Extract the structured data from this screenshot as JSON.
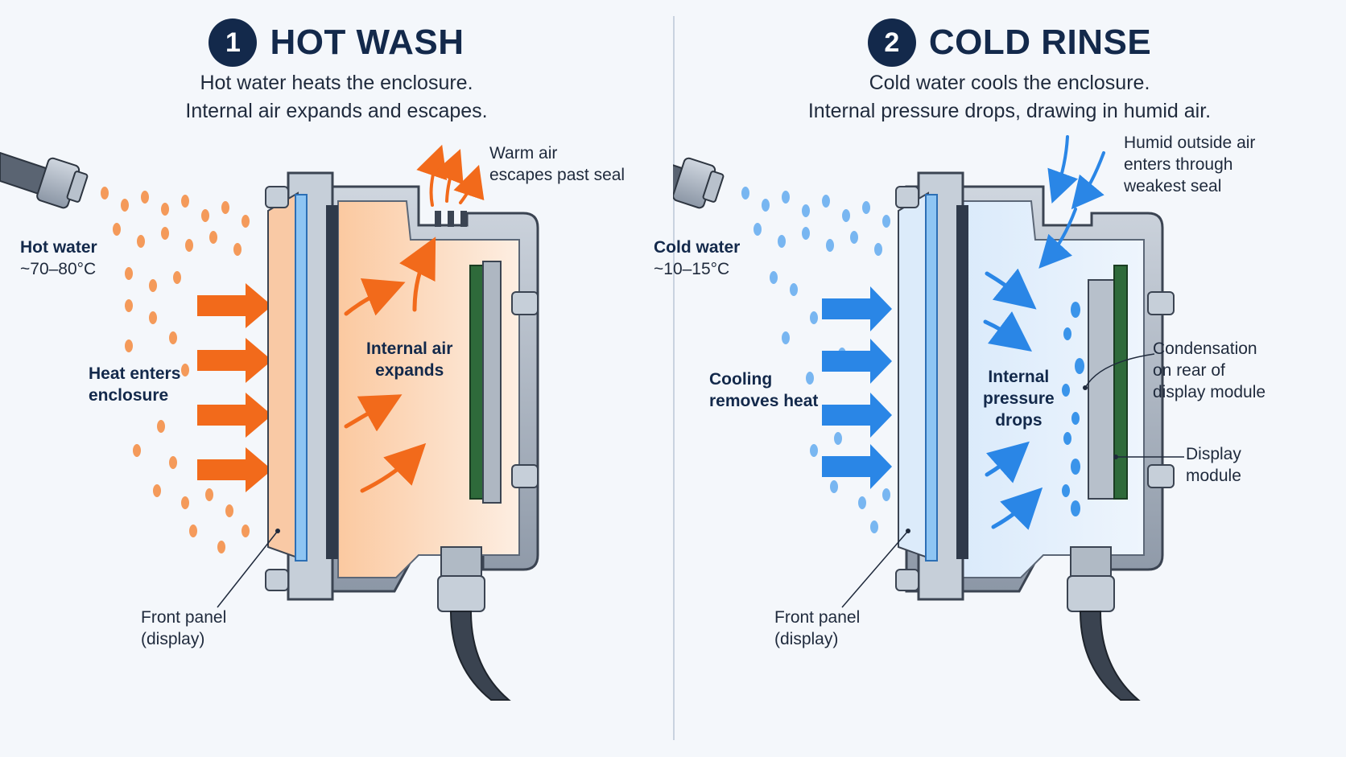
{
  "hot_wash": {
    "step": "1",
    "title": "HOT WASH",
    "subtitle": [
      "Hot water heats the enclosure.",
      "Internal air expands and escapes."
    ],
    "water_label": [
      "Hot water",
      "~70–80°C"
    ],
    "heat_label": [
      "Heat enters",
      "enclosure"
    ],
    "internal_label": [
      "Internal air",
      "expands"
    ],
    "escape_label": [
      "Warm air",
      "escapes past seal"
    ],
    "front_panel_label": [
      "Front panel",
      "(display)"
    ]
  },
  "cold_rinse": {
    "step": "2",
    "title": "COLD RINSE",
    "subtitle": [
      "Cold water cools the enclosure.",
      "Internal pressure drops, drawing in humid air."
    ],
    "water_label": [
      "Cold water",
      "~10–15°C"
    ],
    "cooling_label": [
      "Cooling",
      "removes heat"
    ],
    "internal_label": [
      "Internal",
      "pressure",
      "drops"
    ],
    "humid_label": [
      "Humid outside air",
      "enters through",
      "weakest seal"
    ],
    "condensation_label": [
      "Condensation",
      "on rear of",
      "display module"
    ],
    "display_module_label": [
      "Display",
      "module"
    ],
    "front_panel_label": [
      "Front panel",
      "(display)"
    ]
  },
  "colors": {
    "navy": "#13294b",
    "hot_orange": "#f26a1b",
    "hot_fill": "#fbd3b3",
    "cold_blue": "#2a86e6",
    "cold_fill": "#dcebfa",
    "metal": "#9aa6b5"
  }
}
